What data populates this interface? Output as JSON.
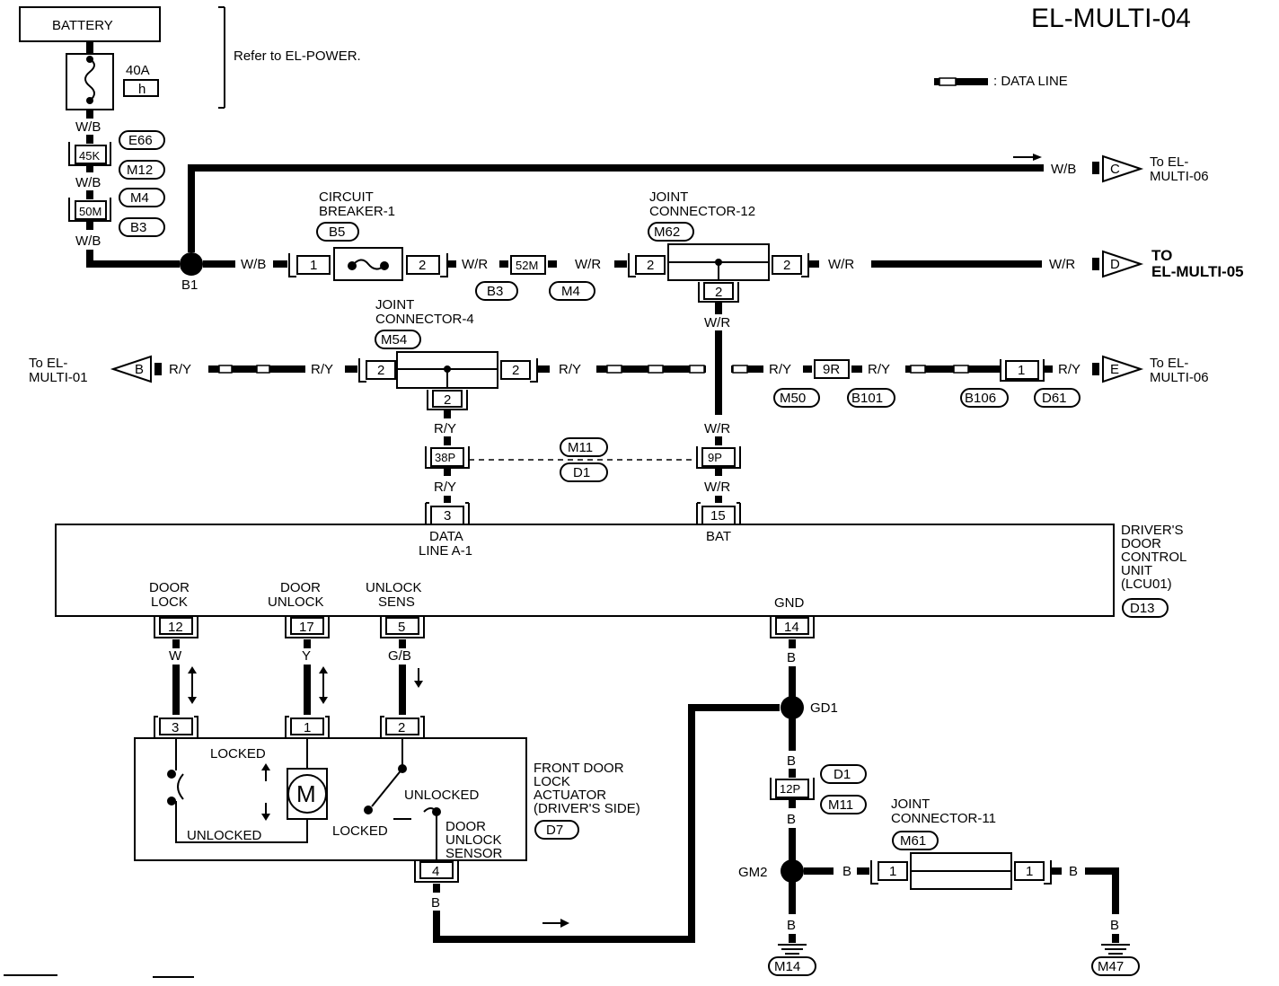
{
  "header": {
    "title": "EL-MULTI-04",
    "data_line_legend": ": DATA LINE",
    "refer_note": "Refer to EL-POWER."
  },
  "power": {
    "battery": "BATTERY",
    "fuse_amp": "40A",
    "fuse_id": "h",
    "wire_wb": "W/B",
    "conn_45k": "45K",
    "conn_50m": "50M",
    "bubble_e66": "E66",
    "bubble_m12": "M12",
    "bubble_m4": "M4",
    "bubble_b3": "B3",
    "node_b1": "B1"
  },
  "offpage": {
    "c_letter": "C",
    "c_to": "To EL-",
    "c_page": "MULTI-06",
    "d_letter": "D",
    "d_to": "TO",
    "d_page": "EL-MULTI-05",
    "b_letter": "B",
    "b_to": "To EL-",
    "b_page": "MULTI-01",
    "e_letter": "E",
    "e_to": "To EL-",
    "e_page": "MULTI-06"
  },
  "circuit_breaker": {
    "label1": "CIRCUIT",
    "label2": "BREAKER-1",
    "bubble": "B5",
    "pin_in": "1",
    "pin_out": "2"
  },
  "joint12": {
    "label1": "JOINT",
    "label2": "CONNECTOR-12",
    "bubble": "M62",
    "pin_left": "2",
    "pin_right": "2",
    "pin_bottom": "2"
  },
  "joint4": {
    "label1": "JOINT",
    "label2": "CONNECTOR-4",
    "bubble": "M54",
    "pin_left": "2",
    "pin_right": "2",
    "pin_bottom": "2"
  },
  "wires": {
    "wr": "W/R",
    "ry": "R/Y",
    "w": "W",
    "y": "Y",
    "gb": "G/B",
    "b": "B"
  },
  "connectors": {
    "c52m": "52M",
    "bubble_b3": "B3",
    "bubble_m4": "M4",
    "c9r": "9R",
    "bubble_m50": "M50",
    "bubble_b101": "B101",
    "c1": "1",
    "bubble_b106": "B106",
    "bubble_d61": "D61",
    "c38p": "38P",
    "c9p": "9P",
    "bubble_m11": "M11",
    "bubble_d1": "D1"
  },
  "control_unit": {
    "name1": "DRIVER'S",
    "name2": "DOOR",
    "name3": "CONTROL",
    "name4": "UNIT",
    "name5": "(LCU01)",
    "bubble": "D13",
    "pin_data": "3",
    "lbl_data1": "DATA",
    "lbl_data2": "LINE A-1",
    "pin_bat": "15",
    "lbl_bat": "BAT",
    "pin_lock": "12",
    "lbl_lock1": "DOOR",
    "lbl_lock2": "LOCK",
    "pin_unlock": "17",
    "lbl_unlock1": "DOOR",
    "lbl_unlock2": "UNLOCK",
    "pin_sens": "5",
    "lbl_sens1": "UNLOCK",
    "lbl_sens2": "SENS",
    "pin_gnd": "14",
    "lbl_gnd": "GND"
  },
  "actuator": {
    "name1": "FRONT DOOR",
    "name2": "LOCK",
    "name3": "ACTUATOR",
    "name4": "(DRIVER'S SIDE)",
    "bubble": "D7",
    "pin3": "3",
    "pin1": "1",
    "pin2": "2",
    "pin4": "4",
    "locked_top": "LOCKED",
    "unlocked_bottom": "UNLOCKED",
    "motor": "M",
    "sw_unlocked": "UNLOCKED",
    "sw_locked": "LOCKED",
    "sensor1": "DOOR",
    "sensor2": "UNLOCK",
    "sensor3": "SENSOR"
  },
  "ground": {
    "gd1": "GD1",
    "gm2": "GM2",
    "c12p": "12P",
    "bubble_d1": "D1",
    "bubble_m11": "M11",
    "bubble_m14": "M14",
    "bubble_m47": "M47",
    "joint11_l1": "JOINT",
    "joint11_l2": "CONNECTOR-11",
    "joint11_bubble": "M61",
    "joint11_pin_l": "1",
    "joint11_pin_r": "1"
  }
}
